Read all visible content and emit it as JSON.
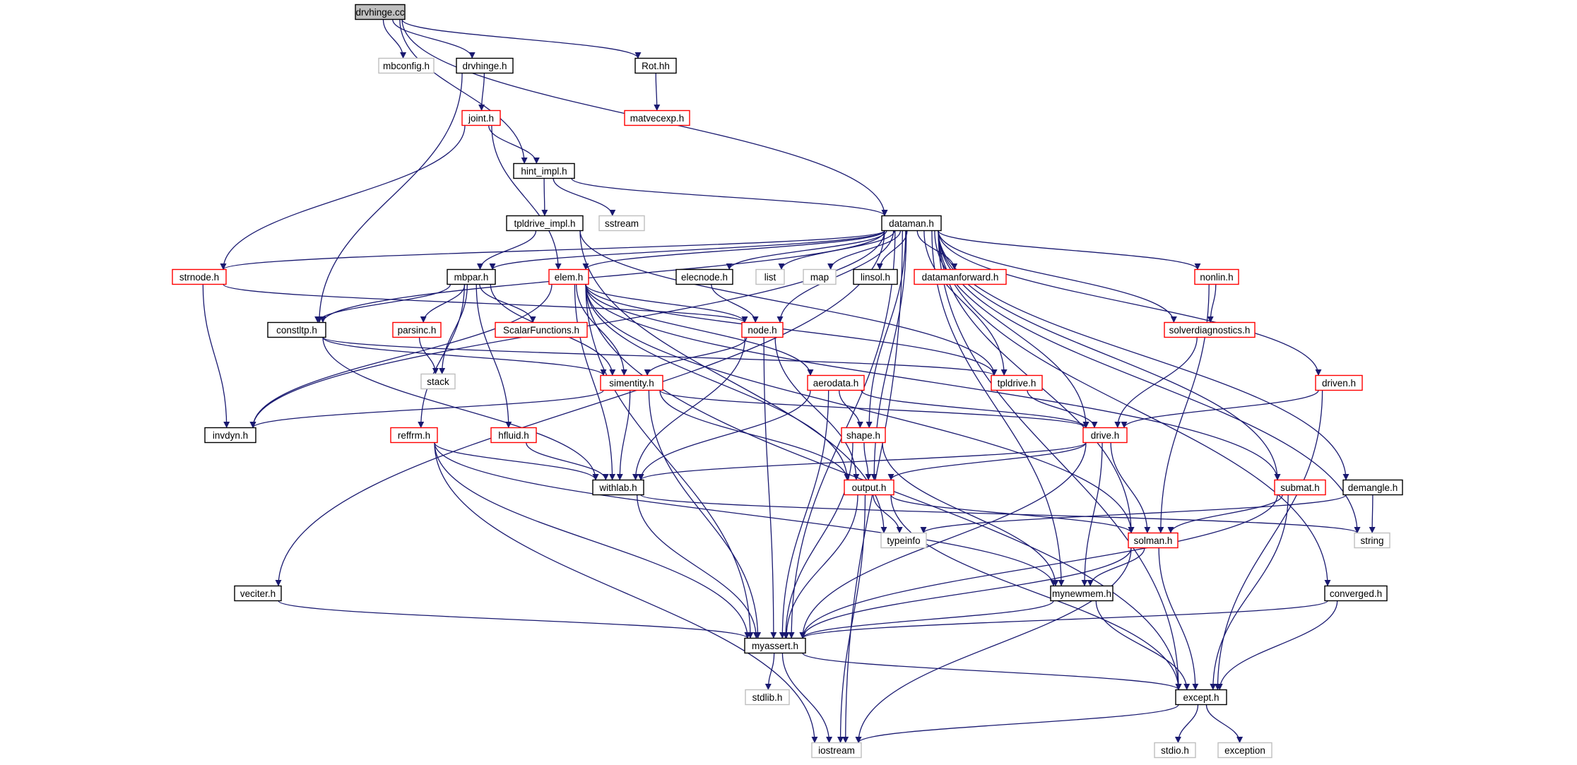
{
  "graph_title": "drvhinge.cc",
  "colors": {
    "edge": "#191970",
    "root_fill": "#bfbfbf",
    "border_black": "#000000",
    "border_red": "#ff0000",
    "border_gray": "#bfbfbf"
  },
  "nodes": [
    {
      "id": "drvhinge_cc",
      "label": "drvhinge.cc",
      "kind": "root"
    },
    {
      "id": "mbconfig_h",
      "label": "mbconfig.h",
      "kind": "gray"
    },
    {
      "id": "drvhinge_h",
      "label": "drvhinge.h",
      "kind": "black"
    },
    {
      "id": "rot_hh",
      "label": "Rot.hh",
      "kind": "black"
    },
    {
      "id": "matvecexp_h",
      "label": "matvecexp.h",
      "kind": "red"
    },
    {
      "id": "joint_h",
      "label": "joint.h",
      "kind": "red"
    },
    {
      "id": "hint_impl_h",
      "label": "hint_impl.h",
      "kind": "black"
    },
    {
      "id": "tpldrive_impl_h",
      "label": "tpldrive_impl.h",
      "kind": "black"
    },
    {
      "id": "sstream",
      "label": "sstream",
      "kind": "gray"
    },
    {
      "id": "dataman_h",
      "label": "dataman.h",
      "kind": "black"
    },
    {
      "id": "strnode_h",
      "label": "strnode.h",
      "kind": "red"
    },
    {
      "id": "mbpar_h",
      "label": "mbpar.h",
      "kind": "black"
    },
    {
      "id": "elem_h",
      "label": "elem.h",
      "kind": "red"
    },
    {
      "id": "elecnode_h",
      "label": "elecnode.h",
      "kind": "black"
    },
    {
      "id": "list",
      "label": "list",
      "kind": "gray"
    },
    {
      "id": "map",
      "label": "map",
      "kind": "gray"
    },
    {
      "id": "linsol_h",
      "label": "linsol.h",
      "kind": "black"
    },
    {
      "id": "datamanforward_h",
      "label": "datamanforward.h",
      "kind": "red"
    },
    {
      "id": "nonlin_h",
      "label": "nonlin.h",
      "kind": "red"
    },
    {
      "id": "solverdiagnostics_h",
      "label": "solverdiagnostics.h",
      "kind": "red"
    },
    {
      "id": "constltp_h",
      "label": "constltp.h",
      "kind": "black"
    },
    {
      "id": "parsinc_h",
      "label": "parsinc.h",
      "kind": "red"
    },
    {
      "id": "scalarfunctions_h",
      "label": "ScalarFunctions.h",
      "kind": "red"
    },
    {
      "id": "node_h",
      "label": "node.h",
      "kind": "red"
    },
    {
      "id": "stack",
      "label": "stack",
      "kind": "gray"
    },
    {
      "id": "simentity_h",
      "label": "simentity.h",
      "kind": "red"
    },
    {
      "id": "aerodata_h",
      "label": "aerodata.h",
      "kind": "red"
    },
    {
      "id": "tpldrive_h",
      "label": "tpldrive.h",
      "kind": "red"
    },
    {
      "id": "driven_h",
      "label": "driven.h",
      "kind": "red"
    },
    {
      "id": "invdyn_h",
      "label": "invdyn.h",
      "kind": "black"
    },
    {
      "id": "reffrm_h",
      "label": "reffrm.h",
      "kind": "red"
    },
    {
      "id": "hfluid_h",
      "label": "hfluid.h",
      "kind": "red"
    },
    {
      "id": "shape_h",
      "label": "shape.h",
      "kind": "red"
    },
    {
      "id": "drive_h",
      "label": "drive.h",
      "kind": "red"
    },
    {
      "id": "withlab_h",
      "label": "withlab.h",
      "kind": "black"
    },
    {
      "id": "output_h",
      "label": "output.h",
      "kind": "red"
    },
    {
      "id": "submat_h",
      "label": "submat.h",
      "kind": "red"
    },
    {
      "id": "demangle_h",
      "label": "demangle.h",
      "kind": "black"
    },
    {
      "id": "typeinfo",
      "label": "typeinfo",
      "kind": "gray"
    },
    {
      "id": "solman_h",
      "label": "solman.h",
      "kind": "red"
    },
    {
      "id": "string",
      "label": "string",
      "kind": "gray"
    },
    {
      "id": "veciter_h",
      "label": "veciter.h",
      "kind": "black"
    },
    {
      "id": "mynewmem_h",
      "label": "mynewmem.h",
      "kind": "black"
    },
    {
      "id": "converged_h",
      "label": "converged.h",
      "kind": "black"
    },
    {
      "id": "myassert_h",
      "label": "myassert.h",
      "kind": "black"
    },
    {
      "id": "stdlib_h",
      "label": "stdlib.h",
      "kind": "gray"
    },
    {
      "id": "except_h",
      "label": "except.h",
      "kind": "black"
    },
    {
      "id": "iostream",
      "label": "iostream",
      "kind": "gray"
    },
    {
      "id": "stdio_h",
      "label": "stdio.h",
      "kind": "gray"
    },
    {
      "id": "exception",
      "label": "exception",
      "kind": "gray"
    }
  ],
  "edges": [
    [
      "drvhinge_cc",
      "mbconfig_h"
    ],
    [
      "drvhinge_cc",
      "drvhinge_h"
    ],
    [
      "drvhinge_cc",
      "rot_hh"
    ],
    [
      "drvhinge_cc",
      "hint_impl_h"
    ],
    [
      "drvhinge_cc",
      "dataman_h"
    ],
    [
      "drvhinge_h",
      "joint_h"
    ],
    [
      "drvhinge_h",
      "constltp_h"
    ],
    [
      "rot_hh",
      "matvecexp_h"
    ],
    [
      "joint_h",
      "hint_impl_h"
    ],
    [
      "joint_h",
      "strnode_h"
    ],
    [
      "joint_h",
      "elem_h"
    ],
    [
      "hint_impl_h",
      "tpldrive_impl_h"
    ],
    [
      "hint_impl_h",
      "sstream"
    ],
    [
      "hint_impl_h",
      "dataman_h"
    ],
    [
      "tpldrive_impl_h",
      "mbpar_h"
    ],
    [
      "tpldrive_impl_h",
      "tpldrive_h"
    ],
    [
      "tpldrive_impl_h",
      "typeinfo"
    ],
    [
      "dataman_h",
      "strnode_h"
    ],
    [
      "dataman_h",
      "mbpar_h"
    ],
    [
      "dataman_h",
      "elem_h"
    ],
    [
      "dataman_h",
      "elecnode_h"
    ],
    [
      "dataman_h",
      "list"
    ],
    [
      "dataman_h",
      "map"
    ],
    [
      "dataman_h",
      "linsol_h"
    ],
    [
      "dataman_h",
      "datamanforward_h"
    ],
    [
      "dataman_h",
      "nonlin_h"
    ],
    [
      "dataman_h",
      "solverdiagnostics_h"
    ],
    [
      "dataman_h",
      "constltp_h"
    ],
    [
      "dataman_h",
      "node_h"
    ],
    [
      "dataman_h",
      "tpldrive_h"
    ],
    [
      "dataman_h",
      "driven_h"
    ],
    [
      "dataman_h",
      "invdyn_h"
    ],
    [
      "dataman_h",
      "shape_h"
    ],
    [
      "dataman_h",
      "drive_h"
    ],
    [
      "dataman_h",
      "output_h"
    ],
    [
      "dataman_h",
      "submat_h"
    ],
    [
      "dataman_h",
      "demangle_h"
    ],
    [
      "dataman_h",
      "string"
    ],
    [
      "dataman_h",
      "solman_h"
    ],
    [
      "dataman_h",
      "veciter_h"
    ],
    [
      "dataman_h",
      "mynewmem_h"
    ],
    [
      "dataman_h",
      "converged_h"
    ],
    [
      "dataman_h",
      "myassert_h"
    ],
    [
      "dataman_h",
      "except_h"
    ],
    [
      "dataman_h",
      "iostream"
    ],
    [
      "strnode_h",
      "invdyn_h"
    ],
    [
      "strnode_h",
      "node_h"
    ],
    [
      "mbpar_h",
      "constltp_h"
    ],
    [
      "mbpar_h",
      "parsinc_h"
    ],
    [
      "mbpar_h",
      "scalarfunctions_h"
    ],
    [
      "mbpar_h",
      "stack"
    ],
    [
      "mbpar_h",
      "reffrm_h"
    ],
    [
      "mbpar_h",
      "hfluid_h"
    ],
    [
      "mbpar_h",
      "simentity_h"
    ],
    [
      "elem_h",
      "node_h"
    ],
    [
      "elem_h",
      "simentity_h"
    ],
    [
      "elem_h",
      "aerodata_h"
    ],
    [
      "elem_h",
      "invdyn_h"
    ],
    [
      "elem_h",
      "withlab_h"
    ],
    [
      "elem_h",
      "output_h"
    ],
    [
      "elem_h",
      "tpldrive_h"
    ],
    [
      "elem_h",
      "submat_h"
    ],
    [
      "elem_h",
      "solman_h"
    ],
    [
      "elem_h",
      "except_h"
    ],
    [
      "elem_h",
      "myassert_h"
    ],
    [
      "elecnode_h",
      "node_h"
    ],
    [
      "nonlin_h",
      "solverdiagnostics_h"
    ],
    [
      "nonlin_h",
      "solman_h"
    ],
    [
      "solverdiagnostics_h",
      "drive_h"
    ],
    [
      "constltp_h",
      "simentity_h"
    ],
    [
      "constltp_h",
      "tpldrive_h"
    ],
    [
      "constltp_h",
      "withlab_h"
    ],
    [
      "parsinc_h",
      "stack"
    ],
    [
      "node_h",
      "simentity_h"
    ],
    [
      "node_h",
      "withlab_h"
    ],
    [
      "node_h",
      "output_h"
    ],
    [
      "node_h",
      "myassert_h"
    ],
    [
      "simentity_h",
      "invdyn_h"
    ],
    [
      "simentity_h",
      "withlab_h"
    ],
    [
      "simentity_h",
      "drive_h"
    ],
    [
      "simentity_h",
      "output_h"
    ],
    [
      "simentity_h",
      "myassert_h"
    ],
    [
      "aerodata_h",
      "shape_h"
    ],
    [
      "aerodata_h",
      "drive_h"
    ],
    [
      "aerodata_h",
      "withlab_h"
    ],
    [
      "aerodata_h",
      "myassert_h"
    ],
    [
      "tpldrive_h",
      "drive_h"
    ],
    [
      "driven_h",
      "drive_h"
    ],
    [
      "driven_h",
      "except_h"
    ],
    [
      "reffrm_h",
      "withlab_h"
    ],
    [
      "reffrm_h",
      "mynewmem_h"
    ],
    [
      "reffrm_h",
      "myassert_h"
    ],
    [
      "reffrm_h",
      "iostream"
    ],
    [
      "hfluid_h",
      "withlab_h"
    ],
    [
      "shape_h",
      "output_h"
    ],
    [
      "shape_h",
      "mynewmem_h"
    ],
    [
      "shape_h",
      "myassert_h"
    ],
    [
      "drive_h",
      "withlab_h"
    ],
    [
      "drive_h",
      "output_h"
    ],
    [
      "drive_h",
      "solman_h"
    ],
    [
      "drive_h",
      "mynewmem_h"
    ],
    [
      "drive_h",
      "myassert_h"
    ],
    [
      "withlab_h",
      "string"
    ],
    [
      "withlab_h",
      "myassert_h"
    ],
    [
      "output_h",
      "typeinfo"
    ],
    [
      "output_h",
      "solman_h"
    ],
    [
      "output_h",
      "myassert_h"
    ],
    [
      "output_h",
      "except_h"
    ],
    [
      "output_h",
      "iostream"
    ],
    [
      "submat_h",
      "solman_h"
    ],
    [
      "submat_h",
      "myassert_h"
    ],
    [
      "submat_h",
      "except_h"
    ],
    [
      "demangle_h",
      "string"
    ],
    [
      "demangle_h",
      "typeinfo"
    ],
    [
      "solman_h",
      "mynewmem_h"
    ],
    [
      "solman_h",
      "myassert_h"
    ],
    [
      "solman_h",
      "except_h"
    ],
    [
      "solman_h",
      "iostream"
    ],
    [
      "veciter_h",
      "myassert_h"
    ],
    [
      "mynewmem_h",
      "myassert_h"
    ],
    [
      "mynewmem_h",
      "except_h"
    ],
    [
      "converged_h",
      "myassert_h"
    ],
    [
      "converged_h",
      "except_h"
    ],
    [
      "myassert_h",
      "stdlib_h"
    ],
    [
      "myassert_h",
      "iostream"
    ],
    [
      "myassert_h",
      "except_h"
    ],
    [
      "except_h",
      "stdio_h"
    ],
    [
      "except_h",
      "exception"
    ],
    [
      "except_h",
      "iostream"
    ]
  ]
}
